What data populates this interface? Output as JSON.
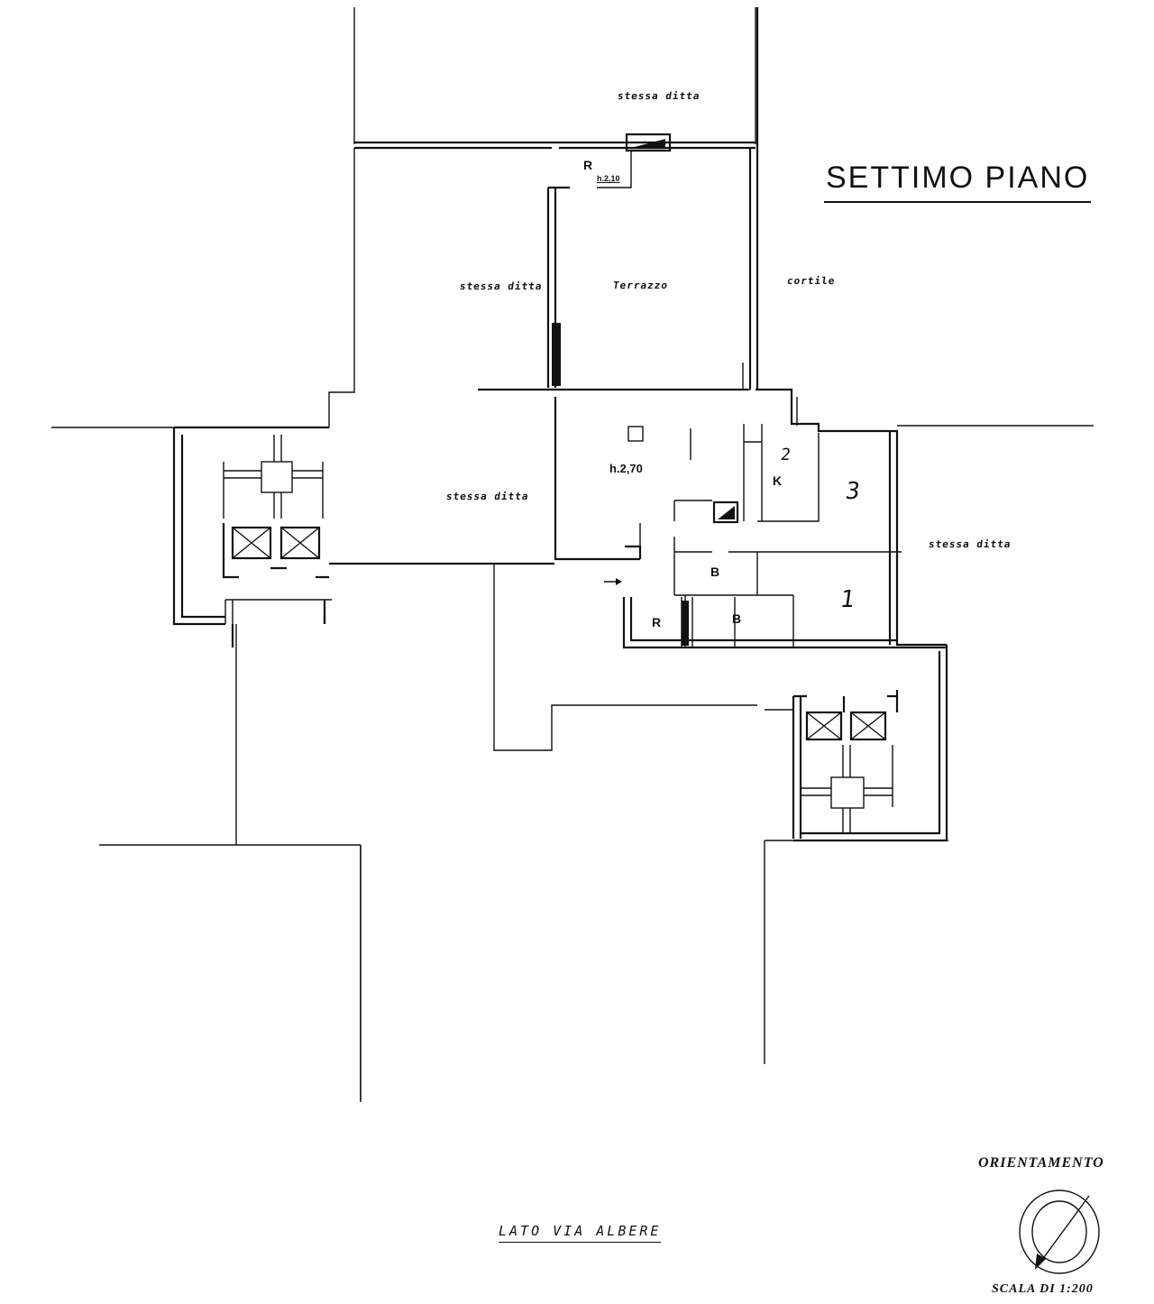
{
  "plan": {
    "title": "SETTIMO PIANO",
    "street_side": "LATO VIA ALBERE",
    "orientation_label": "ORIENTAMENTO",
    "scale_label": "SCALA DI 1:200"
  },
  "labels": {
    "stessa_ditta_top": "stessa ditta",
    "stessa_ditta_left_upper": "stessa ditta",
    "stessa_ditta_left_lower": "stessa ditta",
    "stessa_ditta_right": "stessa ditta",
    "terrazzo": "Terrazzo",
    "cortile": "cortile",
    "height_main": "h.2,70",
    "height_r": "h.2,10"
  },
  "rooms": {
    "r_top": "R",
    "k": "K",
    "b1": "B",
    "b2": "B",
    "r_bottom": "R",
    "room2": "2",
    "room3": "3",
    "room1": "1"
  }
}
